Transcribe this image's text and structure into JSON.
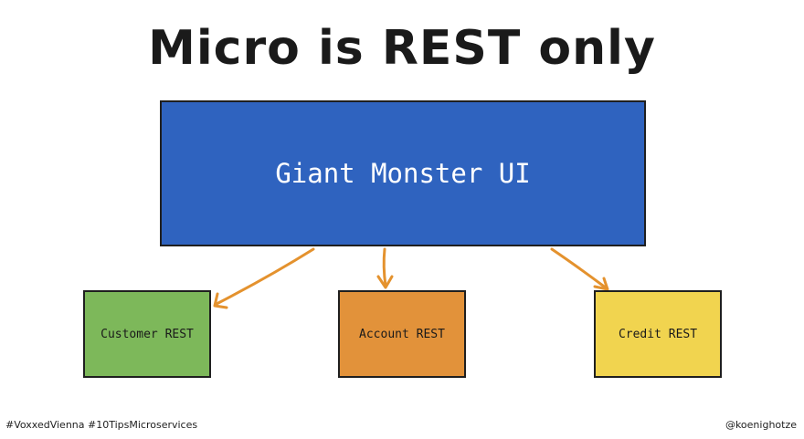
{
  "title": "Micro is REST only",
  "colors": {
    "main": "#2f63bf",
    "customer": "#7db85a",
    "account": "#e2923a",
    "credit": "#f1d44f",
    "arrow": "#e4922e"
  },
  "diagram": {
    "main_box": {
      "label": "Giant Monster UI"
    },
    "services": [
      {
        "label": "Customer REST"
      },
      {
        "label": "Account REST"
      },
      {
        "label": "Credit REST"
      }
    ]
  },
  "footer": {
    "hashtags": "#VoxxedVienna #10TipsMicroservices",
    "handle": "@koenighotze"
  }
}
